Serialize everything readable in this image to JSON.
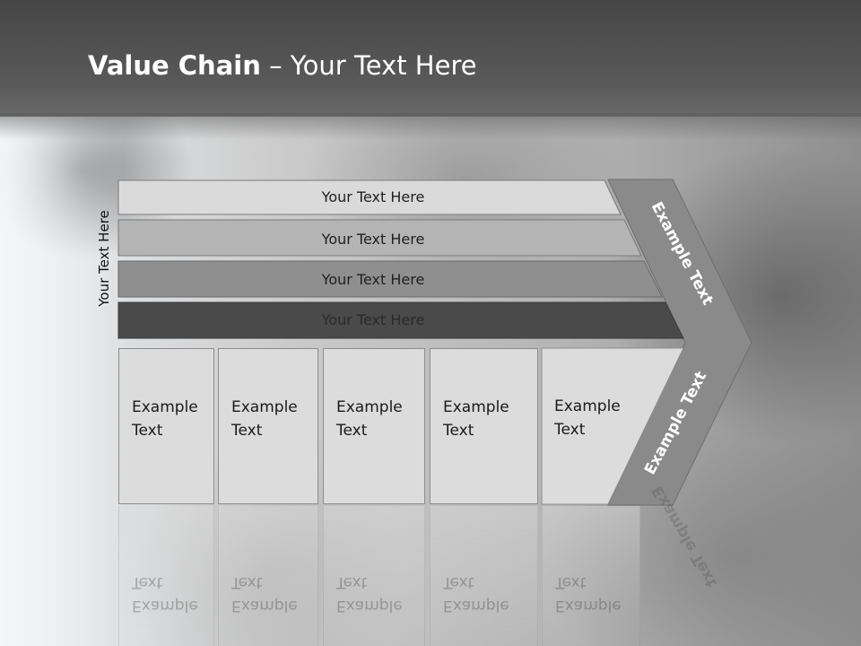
{
  "slide": {
    "title_bold": "Value Chain",
    "title_rest": " – Your Text Here",
    "vertical_label": "Your Text Here"
  },
  "bars": [
    {
      "label": "Your Text Here",
      "fill": "#dadada",
      "text_color": "#1f1f1f"
    },
    {
      "label": "Your Text Here",
      "fill": "#b4b4b4",
      "text_color": "#1f1f1f"
    },
    {
      "label": "Your Text Here",
      "fill": "#8f8f8f",
      "text_color": "#1f1f1f"
    },
    {
      "label": "Your Text Here",
      "fill": "#4a4a4a",
      "text_color": "#2a2a2a"
    }
  ],
  "arrow": {
    "upper_label": "Example Text",
    "lower_label": "Example Text",
    "fill": "#8a8a8a"
  },
  "columns": [
    {
      "line1": "Example",
      "line2": "Text"
    },
    {
      "line1": "Example",
      "line2": "Text"
    },
    {
      "line1": "Example",
      "line2": "Text"
    },
    {
      "line1": "Example",
      "line2": "Text"
    },
    {
      "line1": "Example",
      "line2": "Text"
    }
  ],
  "colors": {
    "header": "#4e4e4e",
    "cell": "#dcdcdc"
  }
}
